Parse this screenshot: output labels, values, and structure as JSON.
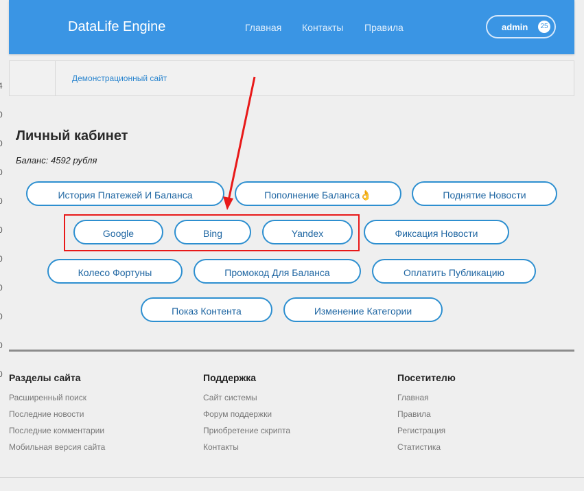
{
  "gutter_digits": [
    "4",
    "0",
    "0",
    "0",
    "0",
    "0",
    "0",
    "0",
    "0",
    "0",
    "0"
  ],
  "header": {
    "brand": "DataLife Engine",
    "nav": [
      "Главная",
      "Контакты",
      "Правила"
    ],
    "user": "admin",
    "badge": "25",
    "accent": "#3a95e4"
  },
  "breadcrumb": {
    "link": "Демонстрационный сайт"
  },
  "cabinet": {
    "title": "Личный кабинет",
    "balance": "Баланс: 4592 рубля",
    "buttons": [
      "История Платежей И Баланса",
      "Пополнение Баланса",
      "Поднятие Новости",
      "Google",
      "Bing",
      "Yandex",
      "Фиксация Новости",
      "Колесо Фортуны",
      "Промокод Для Баланса",
      "Оплатить Публикацию",
      "Показ Контента",
      "Изменение Категории"
    ],
    "emoji_after_balance_button": "👌",
    "annotation_color": "#e81919"
  },
  "footer": {
    "sections": [
      {
        "title": "Разделы сайта",
        "links": [
          "Расширенный поиск",
          "Последние новости",
          "Последние комментарии",
          "Мобильная версия сайта"
        ]
      },
      {
        "title": "Поддержка",
        "links": [
          "Сайт системы",
          "Форум поддержки",
          "Приобретение скрипта",
          "Контакты"
        ]
      },
      {
        "title": "Посетителю",
        "links": [
          "Главная",
          "Правила",
          "Регистрация",
          "Статистика"
        ]
      }
    ]
  }
}
